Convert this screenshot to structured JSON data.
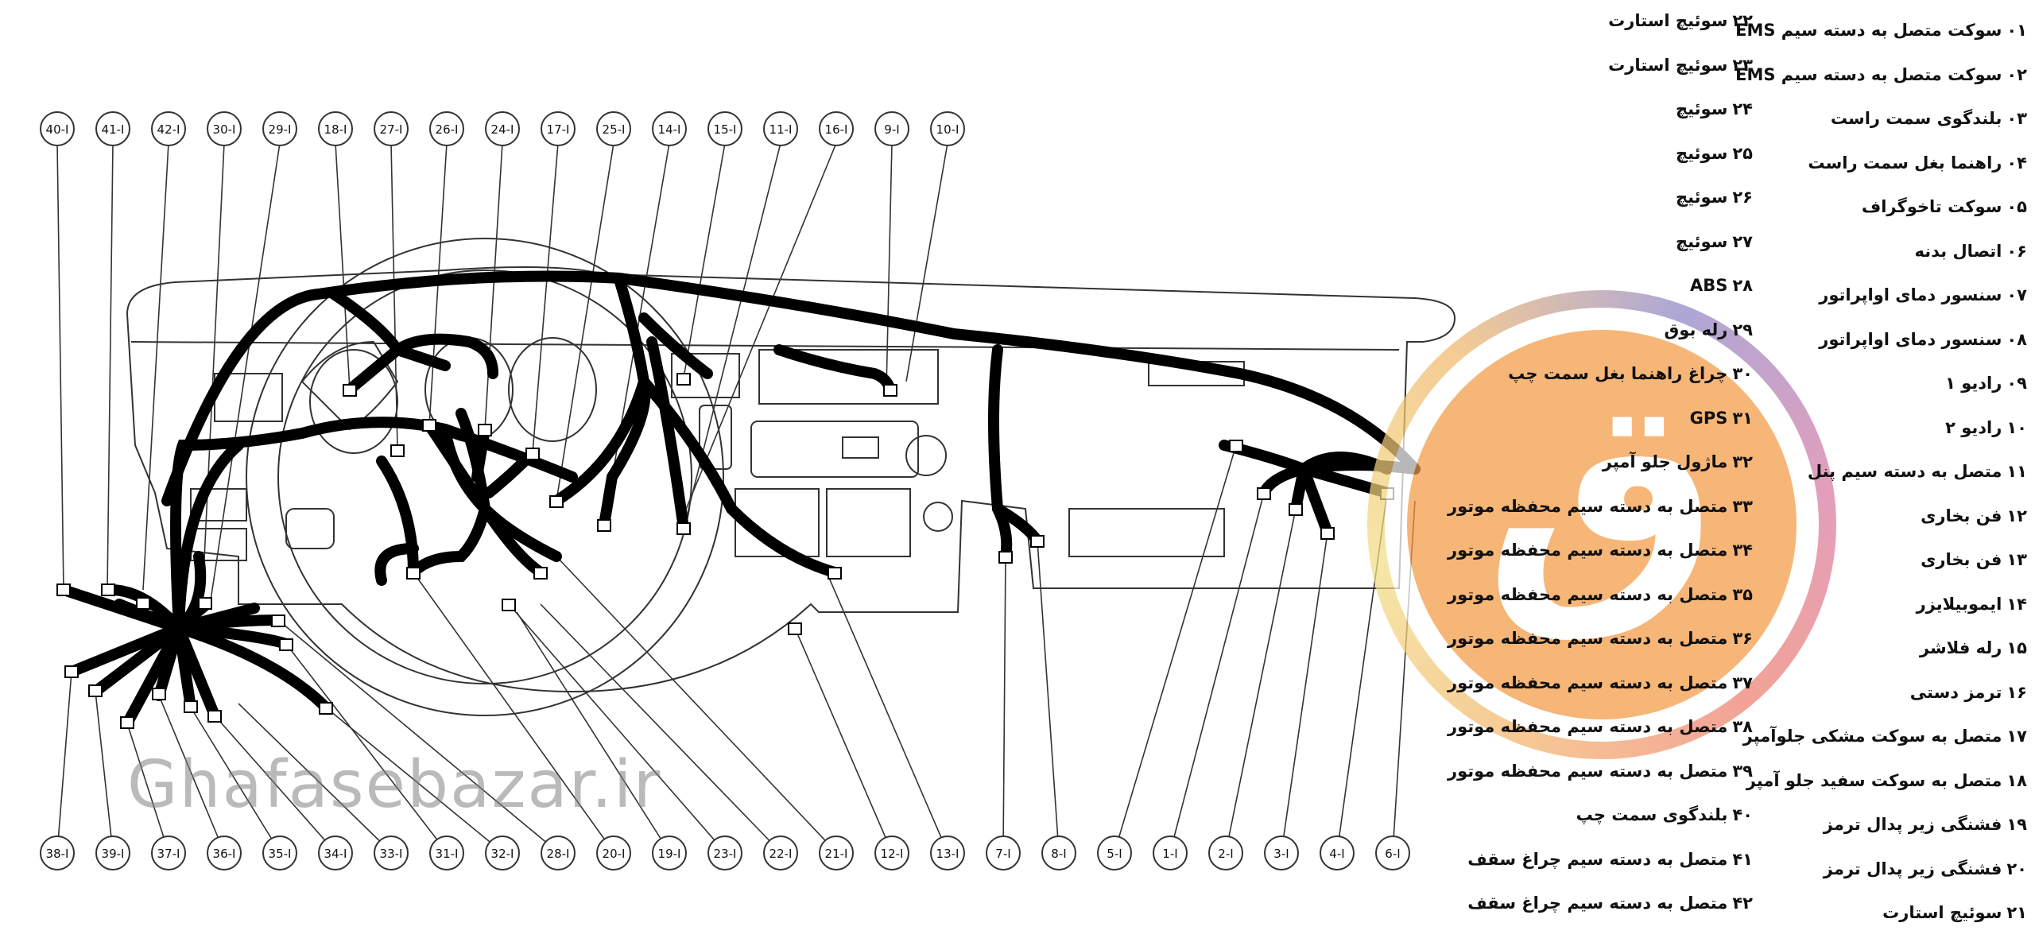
{
  "callouts_top": [
    "40-I",
    "41-I",
    "42-I",
    "30-I",
    "29-I",
    "18-I",
    "27-I",
    "26-I",
    "24-I",
    "17-I",
    "25-I",
    "14-I",
    "15-I",
    "11-I",
    "16-I",
    "9-I",
    "10-I"
  ],
  "callouts_bottom": [
    "38-I",
    "39-I",
    "37-I",
    "36-I",
    "35-I",
    "34-I",
    "33-I",
    "31-I",
    "32-I",
    "28-I",
    "20-I",
    "19-I",
    "23-I",
    "22-I",
    "21-I",
    "12-I",
    "13-I",
    "7-I",
    "8-I",
    "5-I",
    "1-I",
    "2-I",
    "3-I",
    "4-I",
    "6-I"
  ],
  "legend_col1": [
    {
      "num": "۰۱",
      "text": "سوکت متصل به دسته سیم EMS"
    },
    {
      "num": "۰۲",
      "text": "سوکت متصل به دسته سیم EMS"
    },
    {
      "num": "۰۳",
      "text": "بلندگوی سمت راست"
    },
    {
      "num": "۰۴",
      "text": "راهنما بغل سمت راست"
    },
    {
      "num": "۰۵",
      "text": "سوکت تاخوگراف"
    },
    {
      "num": "۰۶",
      "text": "اتصال بدنه"
    },
    {
      "num": "۰۷",
      "text": "سنسور دمای اواپراتور"
    },
    {
      "num": "۰۸",
      "text": "سنسور دمای اواپراتور"
    },
    {
      "num": "۰۹",
      "text": "رادیو ۱"
    },
    {
      "num": "۱۰",
      "text": "رادیو ۲"
    },
    {
      "num": "۱۱",
      "text": "متصل به دسته سیم پنل"
    },
    {
      "num": "۱۲",
      "text": "فن بخاری"
    },
    {
      "num": "۱۳",
      "text": "فن بخاری"
    },
    {
      "num": "۱۴",
      "text": "ایموبیلایزر"
    },
    {
      "num": "۱۵",
      "text": "رله فلاشر"
    },
    {
      "num": "۱۶",
      "text": "ترمز دستی"
    },
    {
      "num": "۱۷",
      "text": "متصل به سوکت مشکی جلوآمپر"
    },
    {
      "num": "۱۸",
      "text": "متصل به سوکت سفید جلو آمپر"
    },
    {
      "num": "۱۹",
      "text": "فشنگی زیر پدال ترمز"
    },
    {
      "num": "۲۰",
      "text": "فشنگی زیر پدال ترمز"
    },
    {
      "num": "۲۱",
      "text": "سوئیچ استارت"
    }
  ],
  "legend_col2": [
    {
      "num": "۲۲",
      "text": "سوئیچ استارت"
    },
    {
      "num": "۲۳",
      "text": "سوئیچ استارت"
    },
    {
      "num": "۲۴",
      "text": "سوئیچ"
    },
    {
      "num": "۲۵",
      "text": "سوئیچ"
    },
    {
      "num": "۲۶",
      "text": "سوئیچ"
    },
    {
      "num": "۲۷",
      "text": "سوئیچ"
    },
    {
      "num": "۲۸",
      "text": "ABS"
    },
    {
      "num": "۲۹",
      "text": "رله بوق"
    },
    {
      "num": "۳۰",
      "text": "چراغ راهنما بغل سمت چپ"
    },
    {
      "num": "۳۱",
      "text": "GPS"
    },
    {
      "num": "۳۲",
      "text": "ماژول جلو آمپر"
    },
    {
      "num": "۳۳",
      "text": "متصل به دسته سیم محفظه موتور"
    },
    {
      "num": "۳۴",
      "text": "متصل به دسته سیم محفظه موتور"
    },
    {
      "num": "۳۵",
      "text": "متصل به دسته سیم محفظه موتور"
    },
    {
      "num": "۳۶",
      "text": "متصل به دسته سیم محفظه موتور"
    },
    {
      "num": "۳۷",
      "text": "متصل به دسته سیم محفظه موتور"
    },
    {
      "num": "۳۸",
      "text": "متصل به دسته سیم محفظه موتور"
    },
    {
      "num": "۳۹",
      "text": "متصل به دسته سیم محفظه موتور"
    },
    {
      "num": "۴۰",
      "text": "بلندگوی سمت چپ"
    },
    {
      "num": "۴۱",
      "text": "متصل به دسته سیم چراغ سقف"
    },
    {
      "num": "۴۲",
      "text": "متصل به دسته سیم چراغ سقف"
    }
  ],
  "watermark": "Ghafasebazar.ir"
}
